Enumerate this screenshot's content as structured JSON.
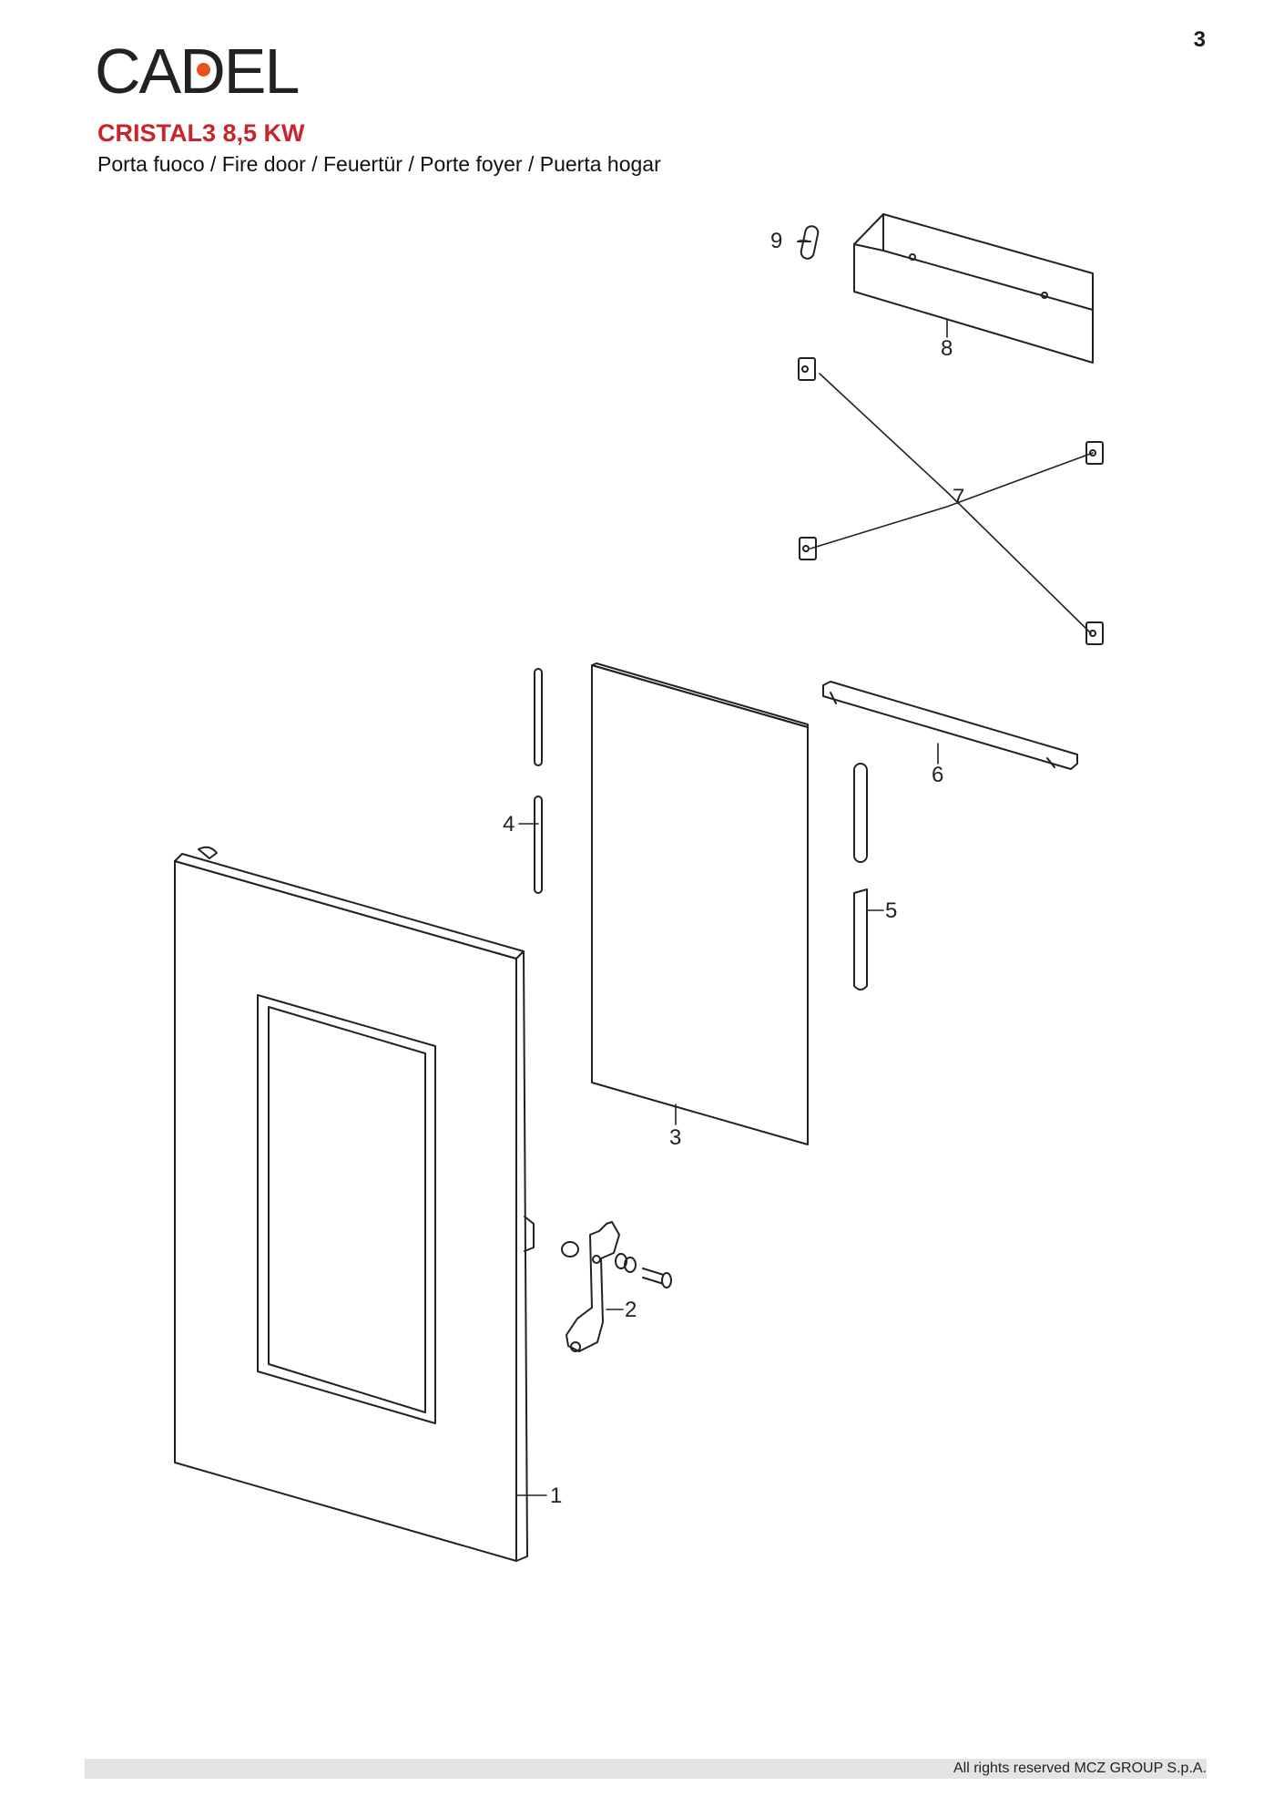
{
  "page": {
    "number": "3"
  },
  "brand": {
    "name": "CADEL",
    "accent_color": "#e8501e"
  },
  "header": {
    "model": "CRISTAL3 8,5 KW",
    "model_color": "#c8242b",
    "subtitle": "Porta fuoco / Fire door / Feuertür / Porte foyer / Puerta hogar"
  },
  "diagram": {
    "parts": [
      {
        "label": "1"
      },
      {
        "label": "2"
      },
      {
        "label": "3"
      },
      {
        "label": "4"
      },
      {
        "label": "5"
      },
      {
        "label": "6"
      },
      {
        "label": "7"
      },
      {
        "label": "8"
      },
      {
        "label": "9"
      }
    ]
  },
  "footer": {
    "copyright": "All rights reserved MCZ GROUP S.p.A."
  }
}
